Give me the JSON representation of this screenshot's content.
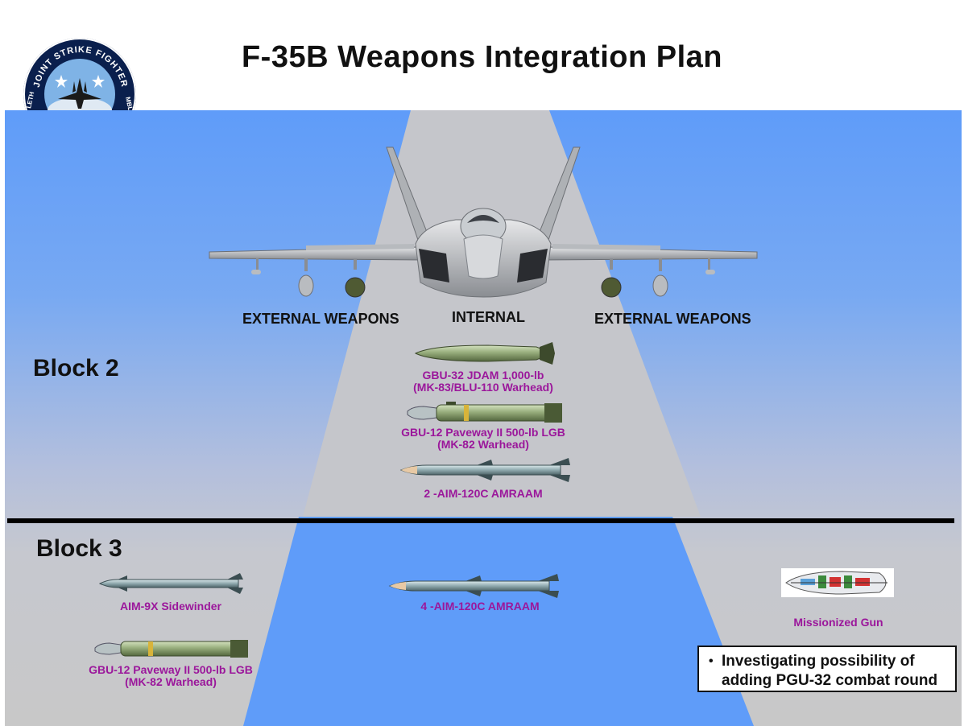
{
  "title": "F-35B Weapons Integration Plan",
  "logo": {
    "ring_text": "JOINT STRIKE FIGHTER",
    "side_left": "LETH",
    "side_right": "MBLE"
  },
  "labels": {
    "external_left": "EXTERNAL WEAPONS",
    "internal": "INTERNAL",
    "external_right": "EXTERNAL WEAPONS"
  },
  "blocks": {
    "block2": {
      "label": "Block 2",
      "weapons": [
        {
          "line1": "GBU-32 JDAM 1,000-lb",
          "line2": "(MK-83/BLU-110 Warhead)"
        },
        {
          "line1": "GBU-12 Paveway II 500-lb LGB",
          "line2": "(MK-82 Warhead)"
        },
        {
          "line1": "2 -AIM-120C AMRAAM"
        }
      ]
    },
    "block3": {
      "label": "Block 3",
      "weapons": {
        "sidewinder": "AIM-9X Sidewinder",
        "gbu12_line1": "GBU-12 Paveway II 500-lb LGB",
        "gbu12_line2": "(MK-82 Warhead)",
        "amraam": "4 -AIM-120C AMRAAM",
        "gun": "Missionized Gun"
      }
    }
  },
  "note": {
    "bullet": "•",
    "line1": "Investigating possibility of",
    "line2": "adding PGU-32 combat round"
  },
  "colors": {
    "sky_blue": "#5f9cf9",
    "funnel_grey": "#c6c7cc",
    "weapon_label": "#9b179b",
    "divider": "#000000"
  }
}
